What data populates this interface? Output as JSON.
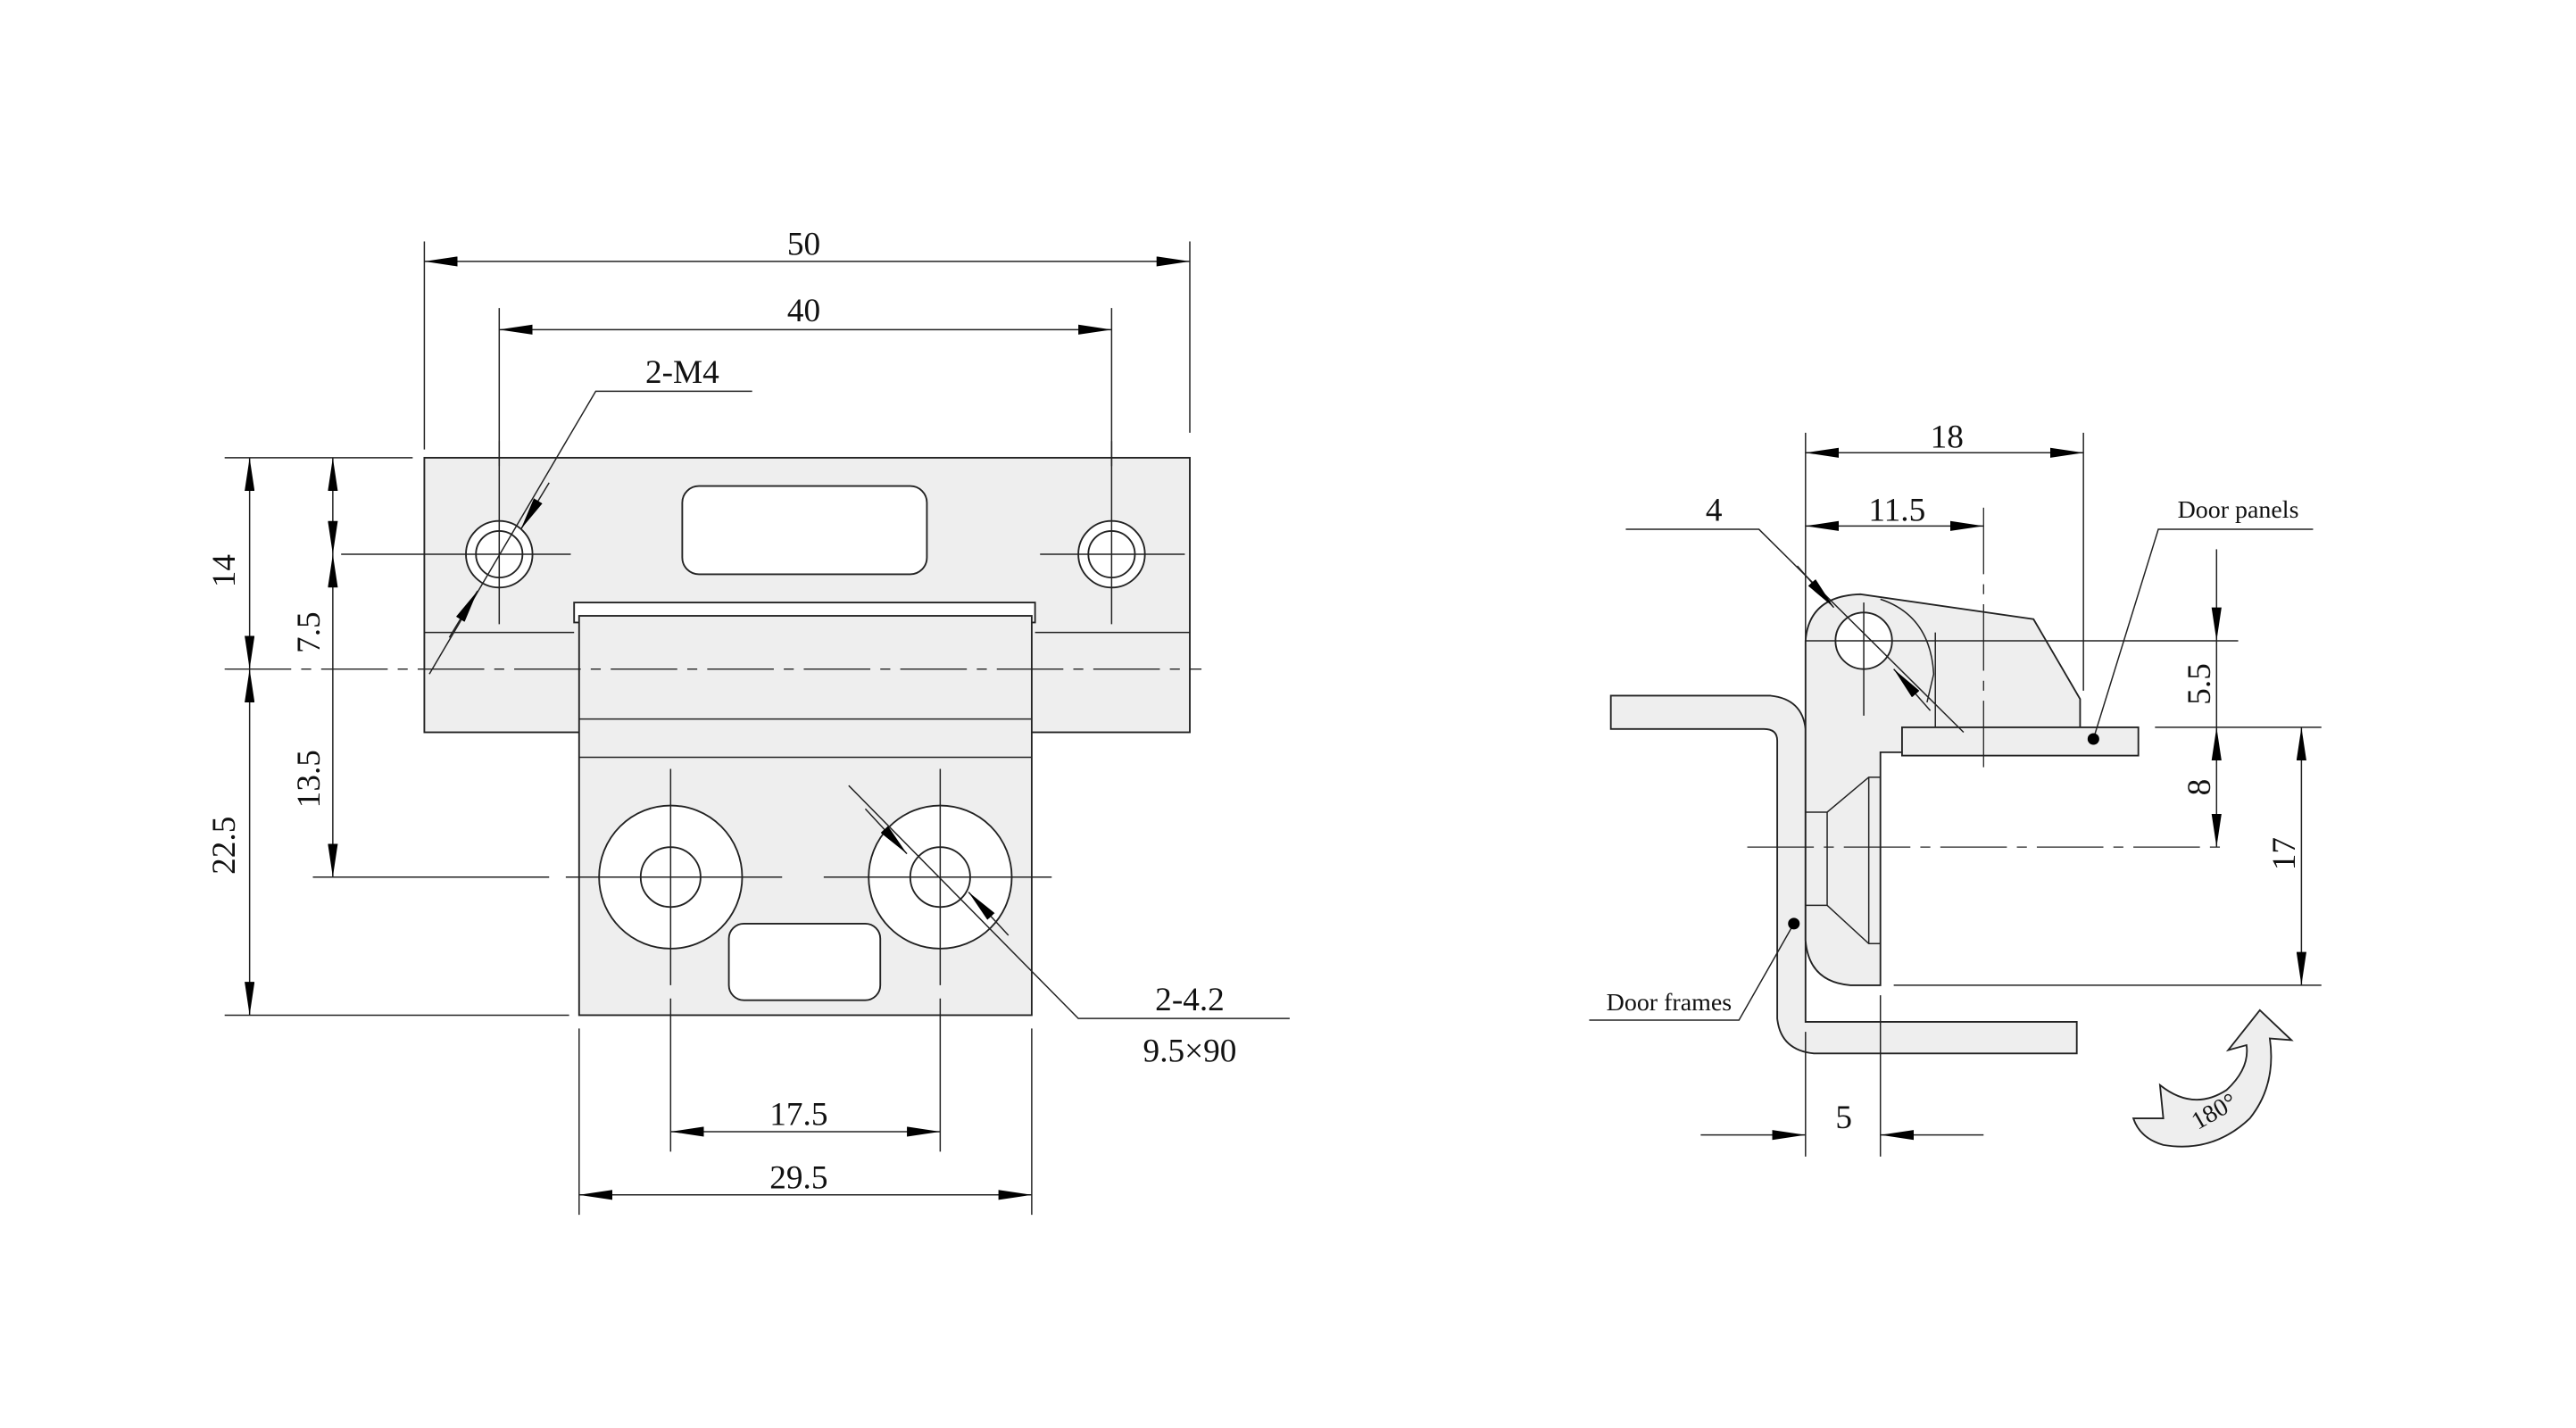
{
  "front_view": {
    "dim_overall_width": "50",
    "dim_hole_spacing_top": "40",
    "callout_top_holes": "2-M4",
    "dim_top_leaf_height": "14",
    "dim_hole_offset": "7.5",
    "dim_lower_hole_offset": "13.5",
    "dim_lower_leaf_height": "22.5",
    "dim_hole_spacing_bottom": "17.5",
    "dim_lower_leaf_width": "29.5",
    "callout_bottom_holes_line1": "2-4.2",
    "callout_bottom_holes_line2": "9.5×90"
  },
  "side_view": {
    "dim_overall_depth": "18",
    "dim_pivot_offset": "11.5",
    "dim_pivot_diameter": "4",
    "dim_panel_offset": "5.5",
    "dim_screw_offset": "8",
    "dim_frame_height": "17",
    "dim_frame_thickness": "5",
    "label_door_panels": "Door panels",
    "label_door_frames": "Door frames",
    "rotation_label": "180°"
  },
  "colors": {
    "part_fill": "#eeeeee",
    "line": "#222222"
  }
}
